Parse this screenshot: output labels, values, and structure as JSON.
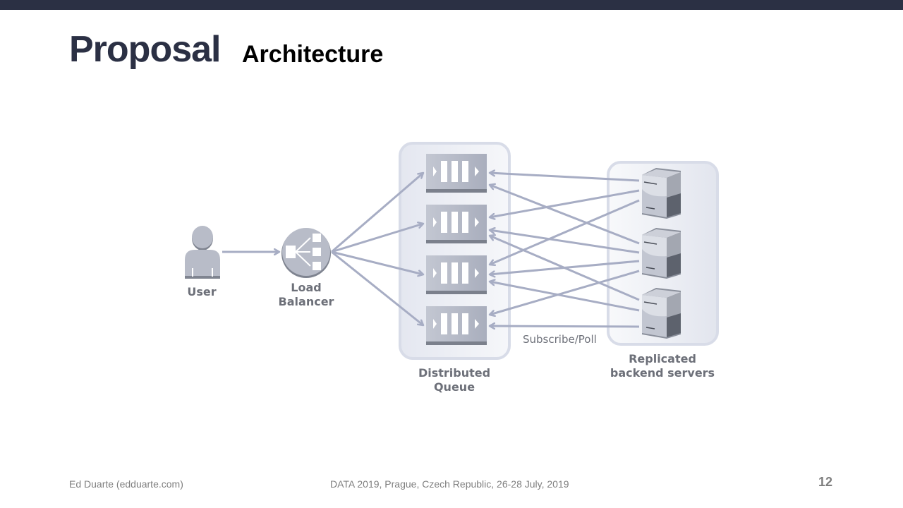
{
  "slide": {
    "title": "Proposal",
    "subtitle": "Architecture",
    "page_number": "12"
  },
  "footer": {
    "author": "Ed Duarte (edduarte.com)",
    "event": "DATA 2019, Prague, Czech Republic, 26-28 July, 2019"
  },
  "diagram": {
    "nodes": {
      "user": {
        "label": "User",
        "icon": "user-icon"
      },
      "load_balancer": {
        "label_line1": "Load",
        "label_line2": "Balancer",
        "icon": "load-balancer-icon"
      },
      "queue": {
        "label_line1": "Distributed",
        "label_line2": "Queue",
        "partitions": 4,
        "icon": "queue-icon"
      },
      "servers": {
        "label_line1": "Replicated",
        "label_line2": "backend servers",
        "count": 3,
        "icon": "server-icon"
      }
    },
    "edge_label": "Subscribe/Poll",
    "colors": {
      "arrow": "#a7adc4",
      "container_border": "#d8dce8",
      "container_fill": "#eef0f6",
      "icon_fill": "#b4b9c6",
      "icon_dark": "#6b707c"
    }
  }
}
